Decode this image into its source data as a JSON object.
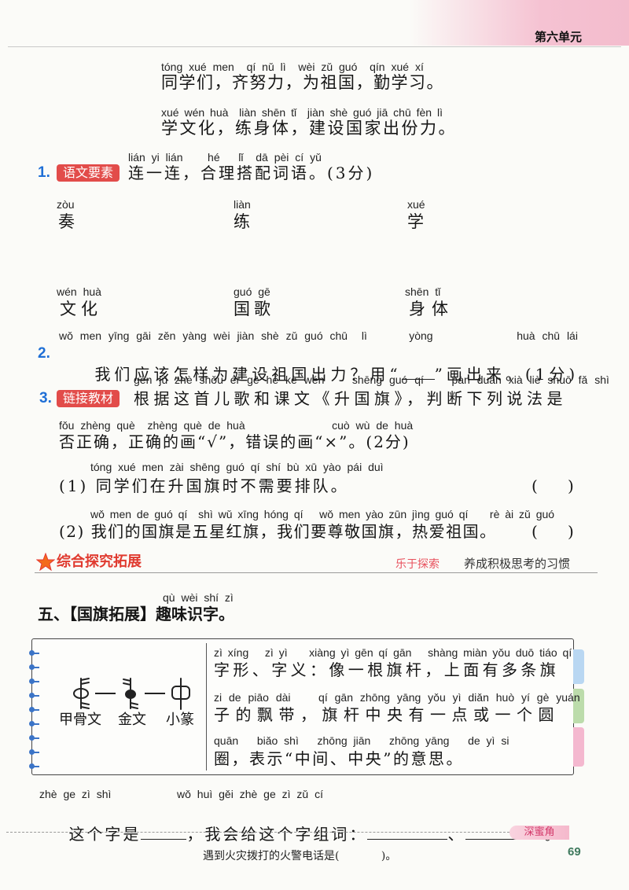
{
  "header": {
    "unit": "第六单元"
  },
  "poem": [
    {
      "pinyin": "tóng xué men  qí nǔ lì  wèi zǔ guó  qín xué xí",
      "text": "同学们，齐努力，为祖国，勤学习。"
    },
    {
      "pinyin": "xué wén huà  liàn shēn tǐ  jiàn shè guó jiā chū fèn lì",
      "text": "学文化，练身体，建设国家出份力。"
    }
  ],
  "q1": {
    "number": "1.",
    "badge": "语文要素",
    "pinyin": "lián yi lián    hé   lǐ  dā pèi cí yǔ",
    "text": "连一连，合理搭配词语。(3分)",
    "top_row": [
      {
        "pinyin": "zòu",
        "text": "奏"
      },
      {
        "pinyin": "liàn",
        "text": "练"
      },
      {
        "pinyin": "xué",
        "text": "学"
      }
    ],
    "bottom_row": [
      {
        "pinyin": "wén huà",
        "text": "文化"
      },
      {
        "pinyin": "guó gē",
        "text": "国歌"
      },
      {
        "pinyin": "shēn tǐ",
        "text": "身体"
      }
    ]
  },
  "q2": {
    "number": "2.",
    "pinyin": "wǒ men yīng gāi zěn yàng wèi jiàn shè zǔ guó chū  lì      yòng            huà chū lái",
    "text_before": "我们应该怎样为建设祖国出力？用“",
    "text_after": "”画出来。(1分)"
  },
  "q3": {
    "number": "3.",
    "badge": "链接教材",
    "pinyin_1": "gēn jù zhè shǒu ér gē hé kè wén    shēng guó qí    pàn duàn xià liè shuō fǎ shì",
    "text_1": "根据这首儿歌和课文《升国旗》，判断下列说法是",
    "pinyin_2": "fǒu zhèng què  zhèng què de huà              cuò wù de huà",
    "text_2": "否正确，正确的画“√”，错误的画“×”。(2分)",
    "items": [
      {
        "pinyin": "tóng xué men zài shēng guó qí shí bù xū yào pái duì",
        "text": "(1) 同学们在升国旗时不需要排队。",
        "answer": "(      )"
      },
      {
        "pinyin": "wǒ men de guó qí  shì wǔ xīng hóng qí   wǒ men yào zūn jìng guó qí    rè ài zǔ guó",
        "text": "(2) 我们的国旗是五星红旗，我们要尊敬国旗，热爱祖国。",
        "answer": "(      )"
      }
    ]
  },
  "section": {
    "title": "综合探究拓展",
    "tag": "乐于探索",
    "motto": "养成积极思考的习惯"
  },
  "q5": {
    "pinyin": "qù wèi shí zì",
    "text": "五、【国旗拓展】趣味识字。",
    "box": {
      "script_labels": [
        "甲骨文",
        "金文",
        "小篆"
      ],
      "lines": [
        {
          "pinyin": "zì xíng   zì yì    xiàng yì gēn qí gān   shàng miàn yǒu duō tiáo qí",
          "text": "字形、字义：像一根旗杆，上面有多条旗"
        },
        {
          "pinyin": "zi de piāo dài    qí gān zhōng yāng yǒu yì diǎn huò yí gè yuán",
          "text": "子的飘带，旗杆中央有一点或一个圆"
        },
        {
          "pinyin": "quān   biǎo shì   zhōng jiān   zhōng yāng   de yì si",
          "text": "圈，表示“中间、中央”的意思。"
        }
      ]
    }
  },
  "fill": {
    "pinyin_1": "zhè ge zì shì",
    "pinyin_2": "wǒ huì gěi zhè ge zì zǔ cí",
    "text_1": "这个字是",
    "text_2": "，我会给这个字组词：",
    "text_3": "、",
    "text_4": "。"
  },
  "corner_badge": "深蜜角",
  "footer": {
    "text": "遇到火灾拨打的火警电话是(            )。",
    "page_number": "69"
  },
  "colors": {
    "badge_red": "#e24c4a",
    "number_blue": "#1f6fd6",
    "section_red": "#e03a2f",
    "tag_pink": "#e8515d",
    "tab_blue": "#b9d7f2",
    "tab_green": "#bcdcab",
    "tab_pink": "#f4b8cf",
    "page_number": "#3f7a5e"
  }
}
